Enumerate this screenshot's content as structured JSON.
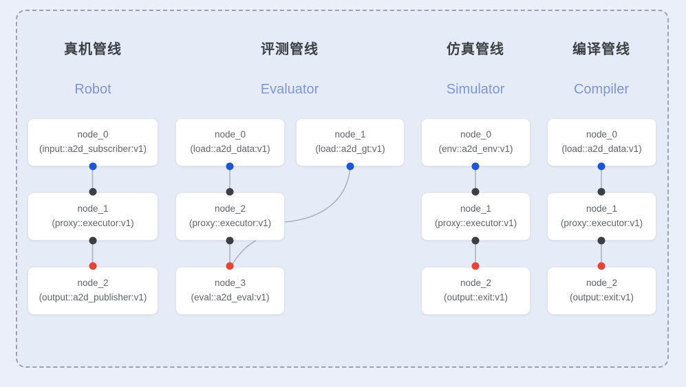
{
  "diagram": {
    "type": "pipeline-architecture",
    "columns": [
      {
        "id": "robot",
        "title_cn": "真机管线",
        "title_en": "Robot",
        "nodes": [
          {
            "name": "node_0",
            "type": "(input::a2d_subscriber:v1)",
            "ports": [
              "in"
            ]
          },
          {
            "name": "node_1",
            "type": "(proxy::executor:v1)",
            "ports": [
              "mid",
              "mid"
            ]
          },
          {
            "name": "node_2",
            "type": "(output::a2d_publisher:v1)",
            "ports": [
              "out"
            ]
          }
        ]
      },
      {
        "id": "evaluator",
        "title_cn": "评测管线",
        "title_en": "Evaluator",
        "nodes": [
          {
            "name": "node_0",
            "type": "(load::a2d_data:v1)",
            "ports": [
              "in"
            ]
          },
          {
            "name": "node_1",
            "type": "(load::a2d_gt:v1)",
            "ports": [
              "in"
            ]
          },
          {
            "name": "node_2",
            "type": "(proxy::executor:v1)",
            "ports": [
              "mid",
              "mid"
            ]
          },
          {
            "name": "node_3",
            "type": "(eval::a2d_eval:v1)",
            "ports": [
              "out"
            ]
          }
        ]
      },
      {
        "id": "simulator",
        "title_cn": "仿真管线",
        "title_en": "Simulator",
        "nodes": [
          {
            "name": "node_0",
            "type": "(env::a2d_env:v1)",
            "ports": [
              "in"
            ]
          },
          {
            "name": "node_1",
            "type": "(proxy::executor:v1)",
            "ports": [
              "mid",
              "mid"
            ]
          },
          {
            "name": "node_2",
            "type": "(output::exit:v1)",
            "ports": [
              "out"
            ]
          }
        ]
      },
      {
        "id": "compiler",
        "title_cn": "编译管线",
        "title_en": "Compiler",
        "nodes": [
          {
            "name": "node_0",
            "type": "(load::a2d_data:v1)",
            "ports": [
              "in"
            ]
          },
          {
            "name": "node_1",
            "type": "(proxy::executor:v1)",
            "ports": [
              "mid",
              "mid"
            ]
          },
          {
            "name": "node_2",
            "type": "(output::exit:v1)",
            "ports": [
              "out"
            ]
          }
        ]
      }
    ],
    "colors": {
      "page_background": "#eaeff9",
      "panel_background": "#e5ecf8",
      "panel_border": "#9aa1ad",
      "node_background": "#ffffff",
      "node_border": "#e3e6ec",
      "node_text": "#5f6368",
      "title_cn_color": "#3c4043",
      "title_en_color": "#7f95d6",
      "port_in": "#1a56d6",
      "port_mid": "#3c4043",
      "port_out": "#ea4335",
      "edge_stroke": "#aeb3bd"
    }
  }
}
